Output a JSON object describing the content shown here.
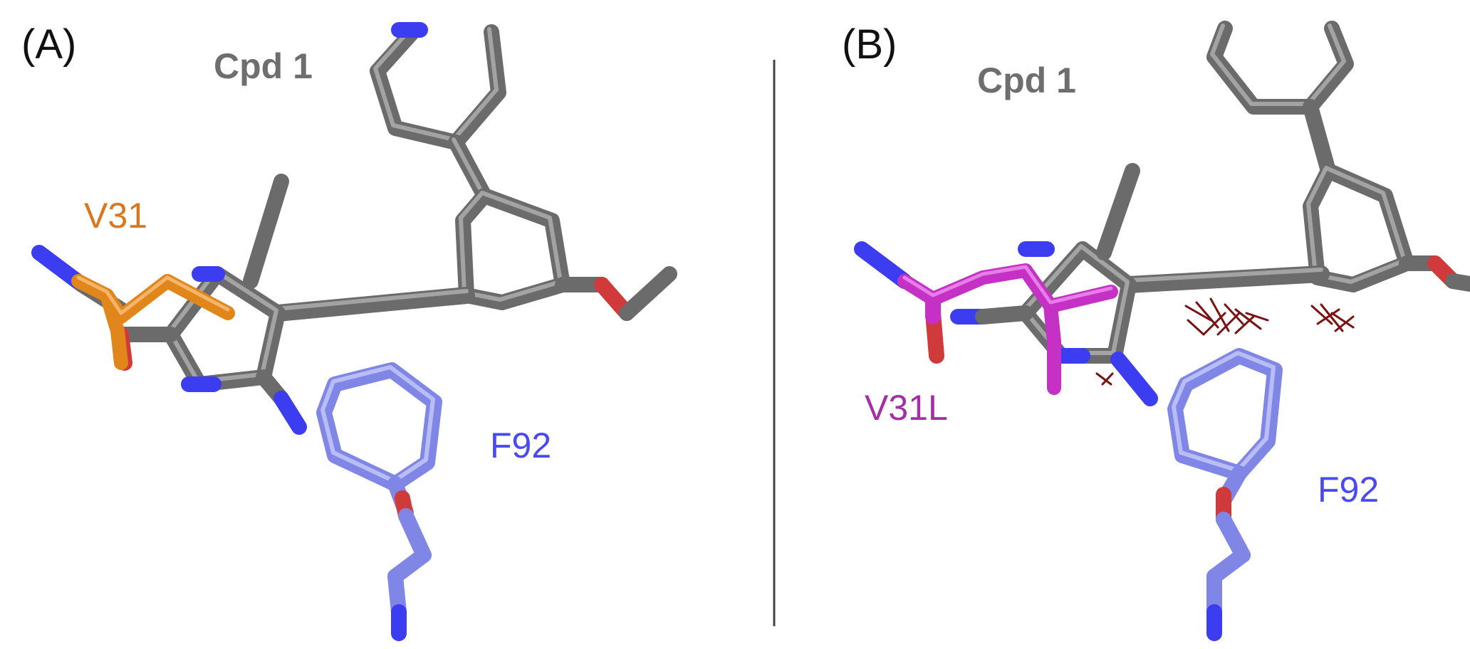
{
  "figure": {
    "panels": [
      {
        "letter": "(A)",
        "ligand_label": "Cpd 1",
        "residue_label": "V31",
        "contact_label": "F92"
      },
      {
        "letter": "(B)",
        "ligand_label": "Cpd 1",
        "residue_label": "V31L",
        "contact_label": "F92"
      }
    ]
  },
  "colors": {
    "carbon_ligand": "#6b6b6b",
    "carbon_ligand_hi": "#a3a3a3",
    "nitrogen": "#3c3cf0",
    "oxygen": "#d03a3a",
    "wild_type_residue": "#e0861a",
    "mutant_residue": "#c531c5",
    "phenylalanine": "#7f86e6",
    "clash_dots": "#7a1212",
    "divider": "#444444",
    "ligand_label_text": "#6e6e6e",
    "wild_type_label_text": "#d9771e",
    "mutant_label_text": "#a62ea6",
    "phenylalanine_label_text": "#4a4af2"
  }
}
